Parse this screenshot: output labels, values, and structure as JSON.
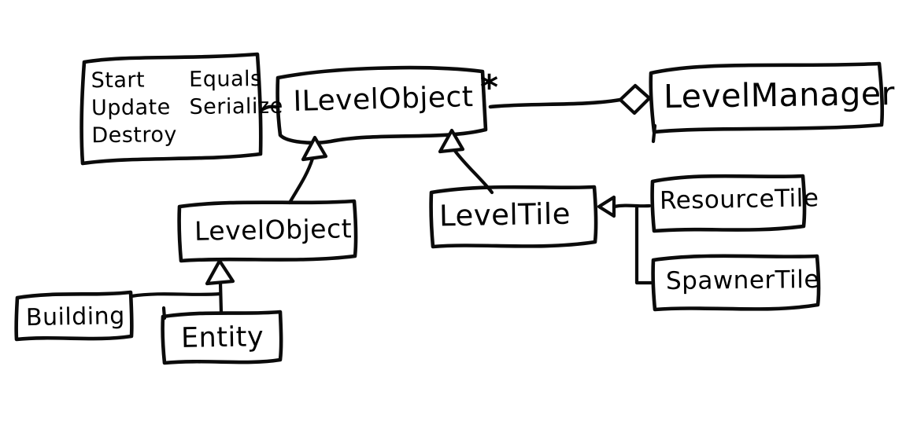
{
  "diagram": {
    "type": "hand-drawn UML class diagram",
    "background_color": "#ffffff",
    "ink_color": "#0b0b0b",
    "nodes": {
      "interface_methods_note": {
        "left_column": [
          "Start",
          "Update",
          "Destroy"
        ],
        "right_column": [
          "Equals",
          "Serialize"
        ]
      },
      "ilevel_object": {
        "label": "ILevelObject"
      },
      "level_manager": {
        "label": "LevelManager"
      },
      "level_object": {
        "label": "LevelObject"
      },
      "level_tile": {
        "label": "LevelTile"
      },
      "resource_tile": {
        "label": "ResourceTile"
      },
      "spawner_tile": {
        "label": "SpawnerTile"
      },
      "building": {
        "label": "Building"
      },
      "entity": {
        "label": "Entity"
      }
    },
    "edges": {
      "aggregation_multiplicity": "*",
      "relations": [
        {
          "from": "ILevelObject",
          "to": "LevelManager",
          "type": "aggregation",
          "multiplicity_at_ilevelobject": "*"
        },
        {
          "from": "LevelObject",
          "to": "ILevelObject",
          "type": "inheritance"
        },
        {
          "from": "LevelTile",
          "to": "ILevelObject",
          "type": "inheritance"
        },
        {
          "from": "ResourceTile",
          "to": "LevelTile",
          "type": "inheritance"
        },
        {
          "from": "SpawnerTile",
          "to": "LevelTile",
          "type": "inheritance"
        },
        {
          "from": "Building",
          "to": "LevelObject",
          "type": "inheritance"
        },
        {
          "from": "Entity",
          "to": "LevelObject",
          "type": "inheritance"
        },
        {
          "from": "interface_methods_note",
          "to": "ILevelObject",
          "type": "note-connector"
        }
      ]
    }
  }
}
